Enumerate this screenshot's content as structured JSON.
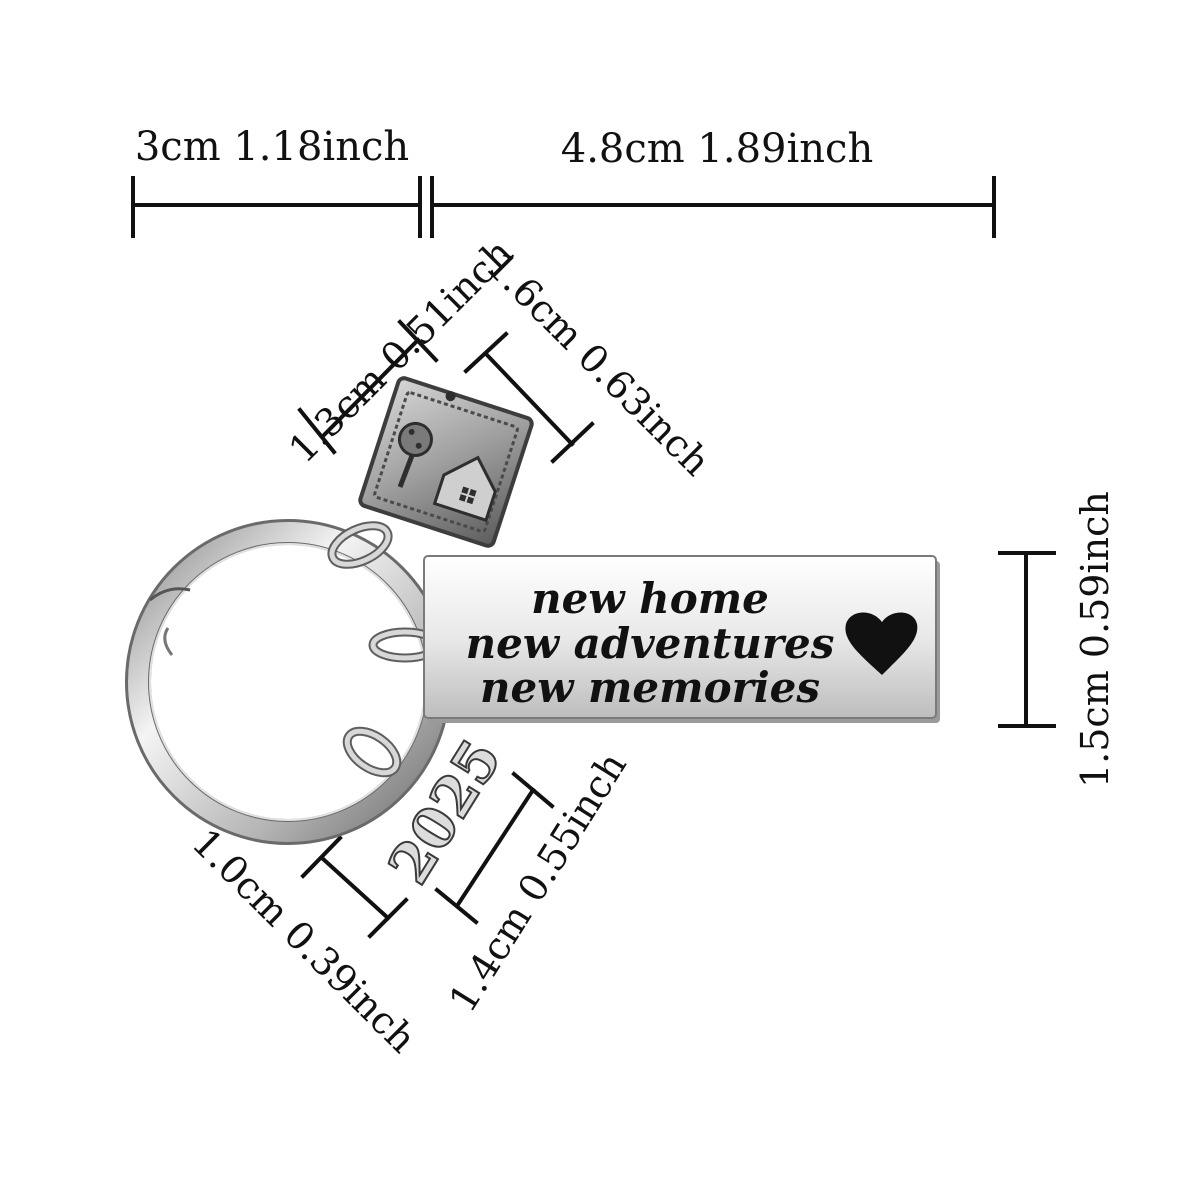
{
  "dimensions": {
    "ring_width": "3cm 1.18inch",
    "tag_width": "4.8cm 1.89inch",
    "house_charm_width": "1.3cm 0.51inch",
    "house_charm_height": "1.6cm 0.63inch",
    "tag_height": "1.5cm 0.59inch",
    "year_charm_width": "1.0cm 0.39inch",
    "year_charm_height": "1.4cm 0.55inch"
  },
  "tag": {
    "lines": [
      "new home",
      "new adventures",
      "new memories"
    ]
  },
  "year_charm": {
    "text": "2025"
  },
  "icons": {
    "heart": "heart-icon",
    "house_charm": "house-tree-charm-icon",
    "key_ring": "split-ring-icon"
  },
  "colors": {
    "ink": "#111111",
    "metal_light": "#f4f4f4",
    "metal_dark": "#8a8a8a",
    "background": "#ffffff"
  }
}
